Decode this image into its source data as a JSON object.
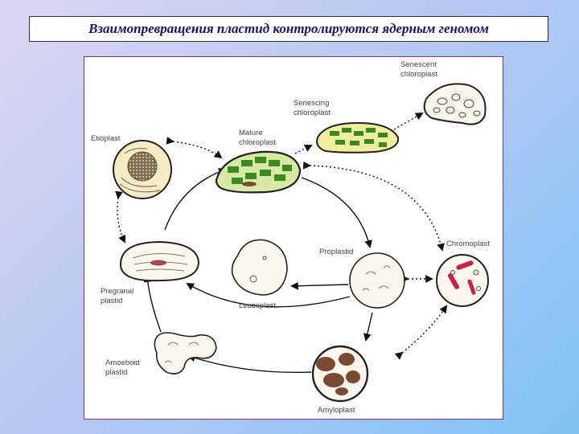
{
  "title": "Взаимопревращения пластид  контролируются ядерным геномом",
  "labels": {
    "senescent": [
      "Senescent",
      "chloroplast"
    ],
    "senescing": [
      "Senescing",
      "chloroplast"
    ],
    "mature": [
      "Mature",
      "chloroplast"
    ],
    "etioplast": "Etioplast",
    "chromoplast": "Chromoplast",
    "proplastid": "Proplastid",
    "pregranal": [
      "Pregranal",
      "plastid"
    ],
    "leucoplast": "Leucoplast",
    "amoeboid": [
      "Amoeboid",
      "plastid"
    ],
    "amyloplast": "Amyloplast"
  },
  "colors": {
    "thylakoid": "#3a8a1c",
    "senescing_stroma": "#f2eea0",
    "chromo_pigment": "#c8223e",
    "starch": "#7a4a32",
    "etioplast_fill": "#f4ecc2"
  }
}
